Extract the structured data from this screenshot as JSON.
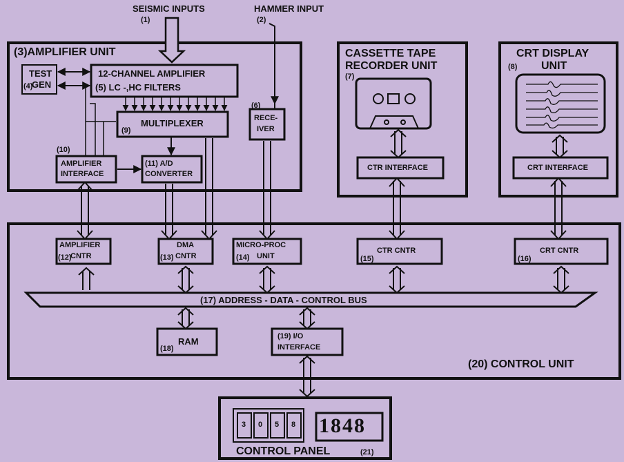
{
  "inputs": {
    "seismic": "SEISMIC  INPUTS",
    "seismic_num": "(1)",
    "hammer": "HAMMER  INPUT",
    "hammer_num": "(2)"
  },
  "amplifier_unit": {
    "title": "(3)AMPLIFIER  UNIT",
    "test_gen_line1": "TEST",
    "test_gen_line2": "GEN",
    "test_gen_num": "(4)",
    "amp_line1": "12-CHANNEL  AMPLIFIER",
    "amp_line2": "(5) LC -,HC  FILTERS",
    "multiplexer": "MULTIPLEXER",
    "multiplexer_num": "(9)",
    "amp_interface_num": "(10)",
    "amp_interface_line1": "AMPLIFIER",
    "amp_interface_line2": "INTERFACE",
    "adc_line1": "(11) A/D",
    "adc_line2": "CONVERTER",
    "receiver_num": "(6)",
    "receiver_line1": "RECE-",
    "receiver_line2": "IVER"
  },
  "cassette_unit": {
    "title_line1": "CASSETTE TAPE",
    "title_line2": "RECORDER UNIT",
    "num": "(7)",
    "interface": "CTR INTERFACE"
  },
  "crt_unit": {
    "title_line1": "CRT  DISPLAY",
    "title_line2": "UNIT",
    "num": "(8)",
    "interface": "CRT INTERFACE"
  },
  "control_unit": {
    "title": "(20)  CONTROL  UNIT",
    "amp_cntr_line1": "AMPLIFIER",
    "amp_cntr_line2": "CNTR",
    "amp_cntr_num": "(12)",
    "dma_line1": "DMA",
    "dma_line2": "CNTR",
    "dma_num": "(13)",
    "micro_line1": "MICRO-PROC",
    "micro_line2": "UNIT",
    "micro_num": "(14)",
    "ctr_cntr": "CTR  CNTR",
    "ctr_cntr_num": "(15)",
    "crt_cntr": "CRT  CNTR",
    "crt_cntr_num": "(16)",
    "bus": "(17)  ADDRESS - DATA - CONTROL  BUS",
    "ram": "RAM",
    "ram_num": "(18)",
    "io_line1": "(19) I/O",
    "io_line2": "INTERFACE"
  },
  "control_panel": {
    "title": "CONTROL  PANEL",
    "num": "(21)",
    "switches": [
      "3",
      "0",
      "5",
      "8"
    ],
    "display": "1848"
  }
}
